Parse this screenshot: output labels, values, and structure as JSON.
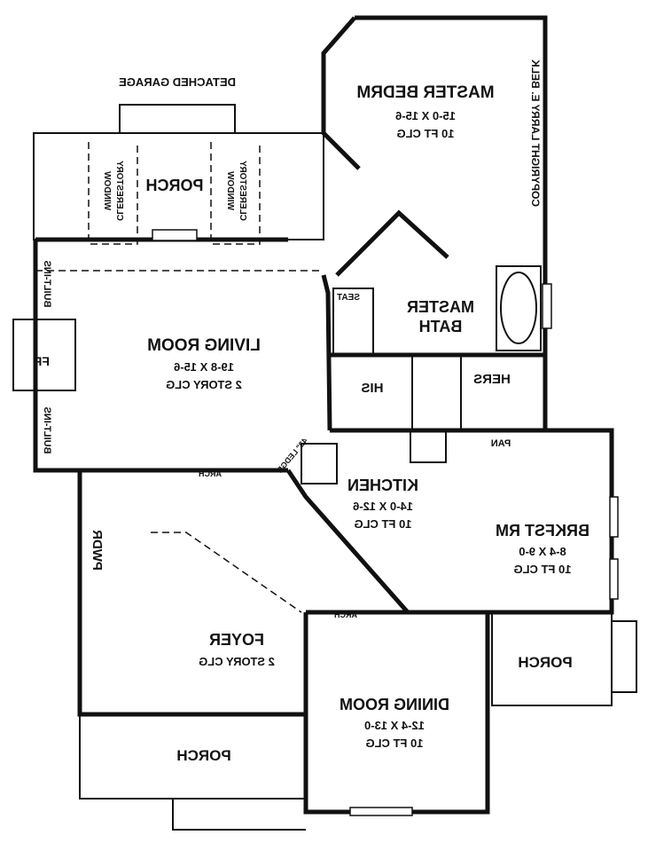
{
  "labels": {
    "garage": "DETACHED GARAGE",
    "copyright": "COPYRIGHT LARRY E. BELK",
    "master_bedrm": {
      "name": "MASTER BEDRM",
      "size": "15-0 X 15-6",
      "clg": "10 FT CLG"
    },
    "porch_top": "PORCH",
    "clerestory": "CLERESTORY",
    "window": "WINDOW",
    "built_ins": "BUILT-INS",
    "fp": "FP",
    "living_room": {
      "name": "LIVING ROOM",
      "size": "19-8 X 15-6",
      "clg": "2 STORY CLG"
    },
    "seat": "SEAT",
    "master_bath": {
      "line1": "MASTER",
      "line2": "BATH"
    },
    "his": "HIS",
    "hers": "HERS",
    "ledge": "42\" LEDGE",
    "pan": "PAN",
    "arch": "ARCH",
    "kitchen": {
      "name": "KITCHEN",
      "size": "14-0 X 12-6",
      "clg": "10 FT CLG"
    },
    "brkfst": {
      "name": "BRKFST RM",
      "size": "8-4 X 9-0",
      "clg": "10 FT CLG"
    },
    "pwdr": "PWDR",
    "foyer": {
      "name": "FOYER",
      "clg": "2 STORY CLG"
    },
    "porch_right": "PORCH",
    "dining": {
      "name": "DINING ROOM",
      "size": "12-4 X 13-0",
      "clg": "10 FT CLG"
    },
    "porch_bottom": "PORCH"
  }
}
